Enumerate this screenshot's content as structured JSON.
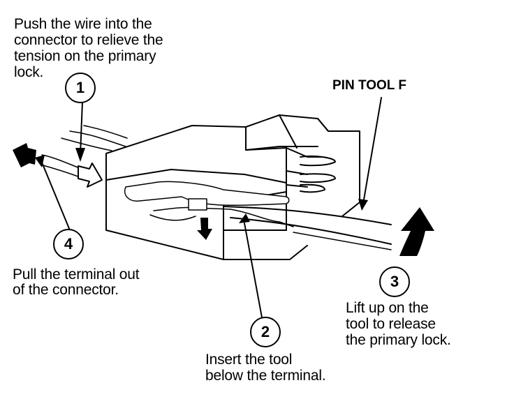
{
  "figure": {
    "tool_label": "PIN TOOL F",
    "steps": [
      {
        "number": "1",
        "text_lines": [
          "Push the wire into the",
          "connector to relieve the",
          "tension on the primary",
          "lock."
        ]
      },
      {
        "number": "2",
        "text_lines": [
          "Insert the tool",
          "below the terminal."
        ]
      },
      {
        "number": "3",
        "text_lines": [
          "Lift up on the",
          "tool to release",
          "the primary lock."
        ]
      },
      {
        "number": "4",
        "text_lines": [
          "Pull the terminal out",
          "of the connector."
        ]
      }
    ],
    "icons": [
      "push-arrow-icon",
      "pull-arrow-icon",
      "lift-arrow-icon",
      "down-arrow-icon"
    ]
  }
}
